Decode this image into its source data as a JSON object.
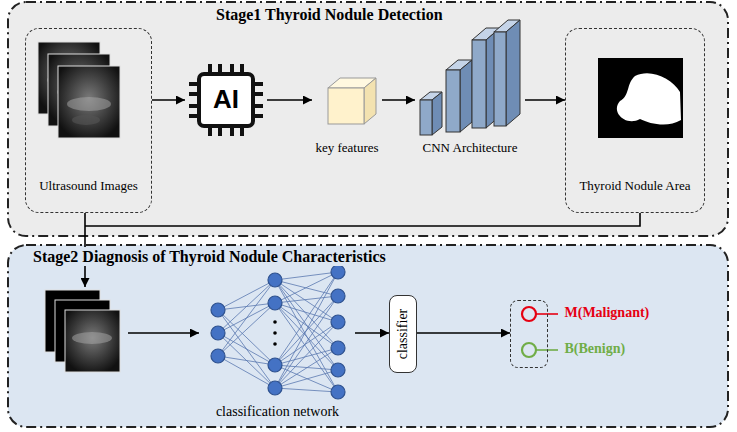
{
  "diagram": {
    "nodes": [
      {
        "text": [
          "Stage1 Thyroid Nodule Detection"
        ]
      },
      {
        "text": [
          "Ultrasound Images"
        ],
        "in": 0
      },
      {
        "text": [
          "AI"
        ],
        "in": 0
      },
      {
        "text": [
          "key features"
        ],
        "in": 0
      },
      {
        "text": [
          "CNN Architecture"
        ],
        "in": 0
      },
      {
        "text": [
          "Thyroid Nodule Area"
        ],
        "in": 0
      },
      {
        "text": [
          "Stage2 Diagnosis of Thyroid Nodule Characteristics"
        ]
      },
      {
        "text": [
          "classification network"
        ],
        "in": 6
      },
      {
        "text": [
          "classifier"
        ],
        "in": 6
      },
      {
        "text": [
          "M(Malignant)",
          "B(Benign)"
        ],
        "in": 6
      }
    ],
    "edges": [
      {
        "from": 1,
        "to": 2,
        "arrow": "to"
      },
      {
        "from": 2,
        "to": 3,
        "arrow": "to"
      },
      {
        "from": 3,
        "to": 4,
        "arrow": "to"
      },
      {
        "from": 4,
        "to": 5,
        "arrow": "to"
      },
      {
        "from": 7,
        "to": 8,
        "arrow": "to"
      },
      {
        "from": 8,
        "to": 9,
        "arrow": "to"
      }
    ]
  }
}
